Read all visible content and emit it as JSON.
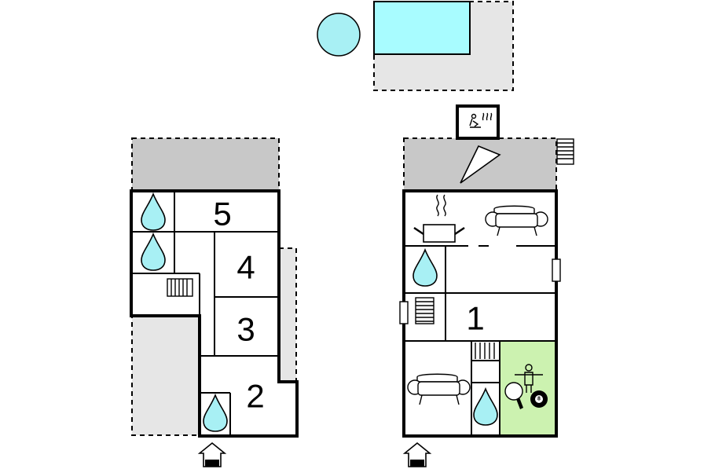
{
  "rooms": {
    "left": {
      "r5": "5",
      "r4": "4",
      "r3": "3",
      "r2": "2"
    },
    "right": {
      "r1": "1"
    }
  },
  "colors": {
    "water": "#a8f0f4",
    "pool": "#a8fcff",
    "terrace_light": "#e6e6e6",
    "terrace_dark": "#c8c8c8",
    "games_room": "#ccf2b0",
    "wall": "#000000"
  },
  "icons": [
    "pool-icon",
    "hot-tub-icon",
    "sauna-icon",
    "bathroom-drop-icon",
    "staircase-icon",
    "kitchen-pot-icon",
    "sofa-icon",
    "table-football-icon",
    "table-tennis-icon",
    "billiards-ball-icon",
    "entrance-icon",
    "window-icon"
  ]
}
